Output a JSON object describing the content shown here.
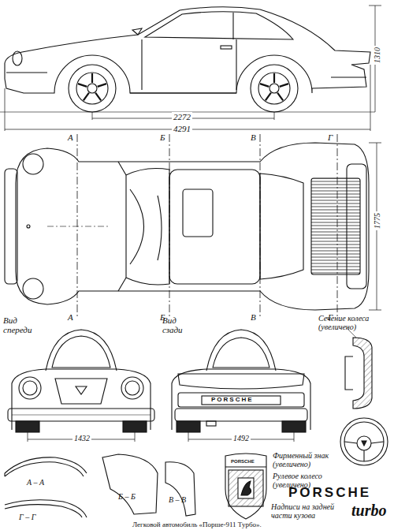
{
  "diagram": {
    "caption": "Легковой автомобиль «Порше-911 Турбо».",
    "labels": [
      "1310",
      "2272",
      "4291",
      "А",
      "Б",
      "В",
      "Г",
      "1775",
      "А",
      "Б",
      "В",
      "Г",
      "Вид спереди",
      "Вид сзади",
      "Сечение колеса (увеличено)",
      "PORSCHE",
      "1432",
      "1492",
      "А – А",
      "Фирменный знак (увеличено)",
      "PORSCHE",
      "Б – Б",
      "В – В",
      "Рулевое колесо (увеличено)",
      "PORSCHE",
      "turbo",
      "Надписи на задней части кузова",
      "Г – Г"
    ]
  }
}
